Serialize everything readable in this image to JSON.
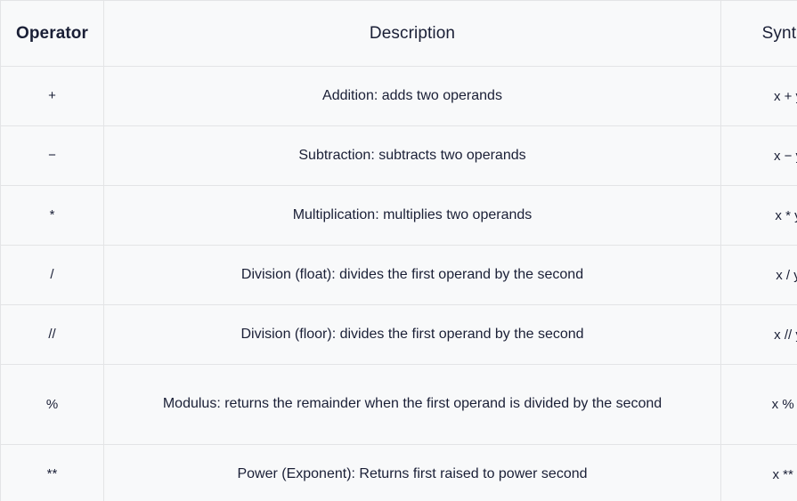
{
  "table": {
    "columns": [
      {
        "key": "operator",
        "label": "Operator"
      },
      {
        "key": "description",
        "label": "Description"
      },
      {
        "key": "syntax",
        "label": "Syntax"
      }
    ],
    "rows": [
      {
        "operator": "+",
        "description": "Addition: adds two operands",
        "syntax": "x + y"
      },
      {
        "operator": "−",
        "description": "Subtraction: subtracts two operands",
        "syntax": "x − y"
      },
      {
        "operator": "*",
        "description": "Multiplication: multiplies two operands",
        "syntax": "x * y"
      },
      {
        "operator": "/",
        "description": "Division (float): divides the first operand by the second",
        "syntax": "x / y"
      },
      {
        "operator": "//",
        "description": "Division (floor): divides the first operand by the second",
        "syntax": "x // y"
      },
      {
        "operator": "%",
        "description": "Modulus: returns the remainder when the first operand is divided by the second",
        "syntax": "x % y"
      },
      {
        "operator": "**",
        "description": "Power (Exponent): Returns first raised to power second",
        "syntax": "x ** y"
      }
    ]
  },
  "colors": {
    "text": "#1a1f36",
    "cell_background": "#f8f9fa",
    "border": "#e3e4e6",
    "page_background": "#ffffff"
  }
}
